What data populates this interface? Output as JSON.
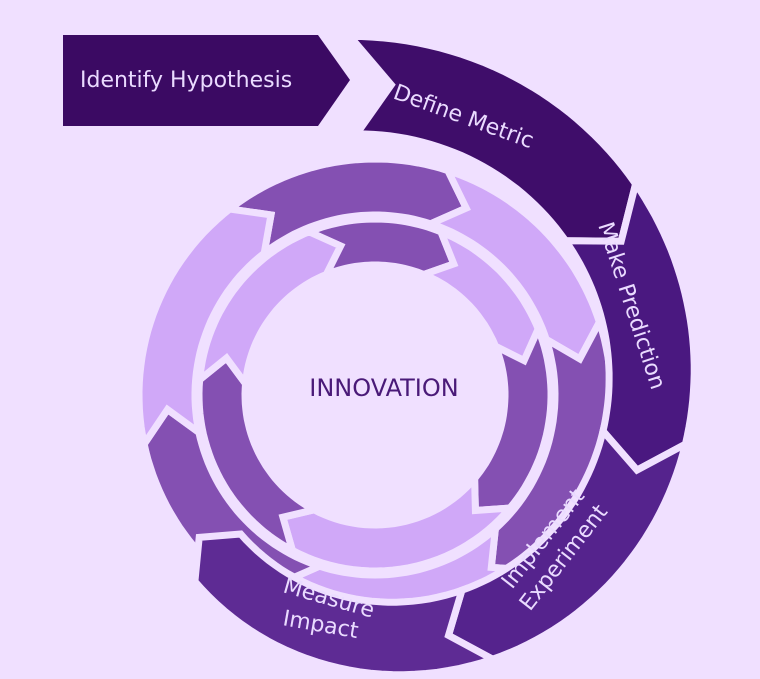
{
  "title": "Innovation cycle",
  "center_label": "INNOVATION",
  "steps": [
    {
      "label": "Identify Hypothesis"
    },
    {
      "label": "Define Metric"
    },
    {
      "label": "Make Prediction"
    },
    {
      "label_line1": "Implement",
      "label_line2": "Experiment"
    },
    {
      "label_line1": "Measure",
      "label_line2": "Impact"
    }
  ],
  "colors": {
    "background": "#f0e0ff",
    "step1": "#3b0a63",
    "step2": "#3f0d6a",
    "step3": "#4a1880",
    "step4": "#55238d",
    "step5": "#5e2b94",
    "ring_dark": "#8450b2",
    "ring_light": "#d0a8f8"
  }
}
